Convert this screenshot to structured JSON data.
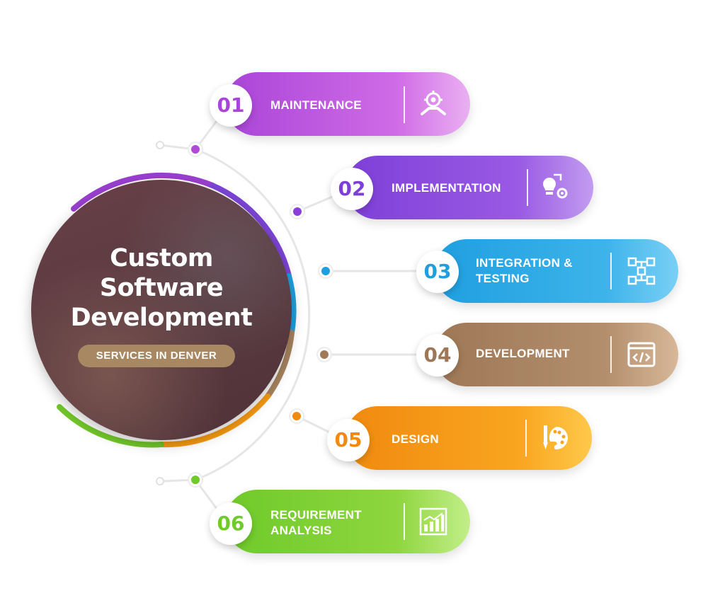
{
  "hub": {
    "title_lines": [
      "Custom",
      "Software",
      "Development"
    ],
    "badge": "SERVICES IN DENVER"
  },
  "steps": [
    {
      "number": "01",
      "label_lines": [
        "MAINTENANCE"
      ],
      "icon": "gear-wrench-icon",
      "color": "#a945d8",
      "color_end": "#e7a0ef"
    },
    {
      "number": "02",
      "label_lines": [
        "IMPLEMENTATION"
      ],
      "icon": "lightbulb-gear-icon",
      "color": "#7e3fd8",
      "color_end": "#b488ee"
    },
    {
      "number": "03",
      "label_lines": [
        "INTEGRATION &",
        "TESTING"
      ],
      "icon": "flowchart-icon",
      "color": "#1fa0e0",
      "color_end": "#6ccaf3"
    },
    {
      "number": "04",
      "label_lines": [
        "DEVELOPMENT"
      ],
      "icon": "code-window-icon",
      "color": "#a07a58",
      "color_end": "#d1ad8e"
    },
    {
      "number": "05",
      "label_lines": [
        "DESIGN"
      ],
      "icon": "paint-palette-icon",
      "color": "#f08a10",
      "color_end": "#ffbd3a"
    },
    {
      "number": "06",
      "label_lines": [
        "REQUIREMENT",
        "ANALYSIS"
      ],
      "icon": "bar-chart-icon",
      "color": "#6fca2a",
      "color_end": "#b6e96a"
    }
  ]
}
